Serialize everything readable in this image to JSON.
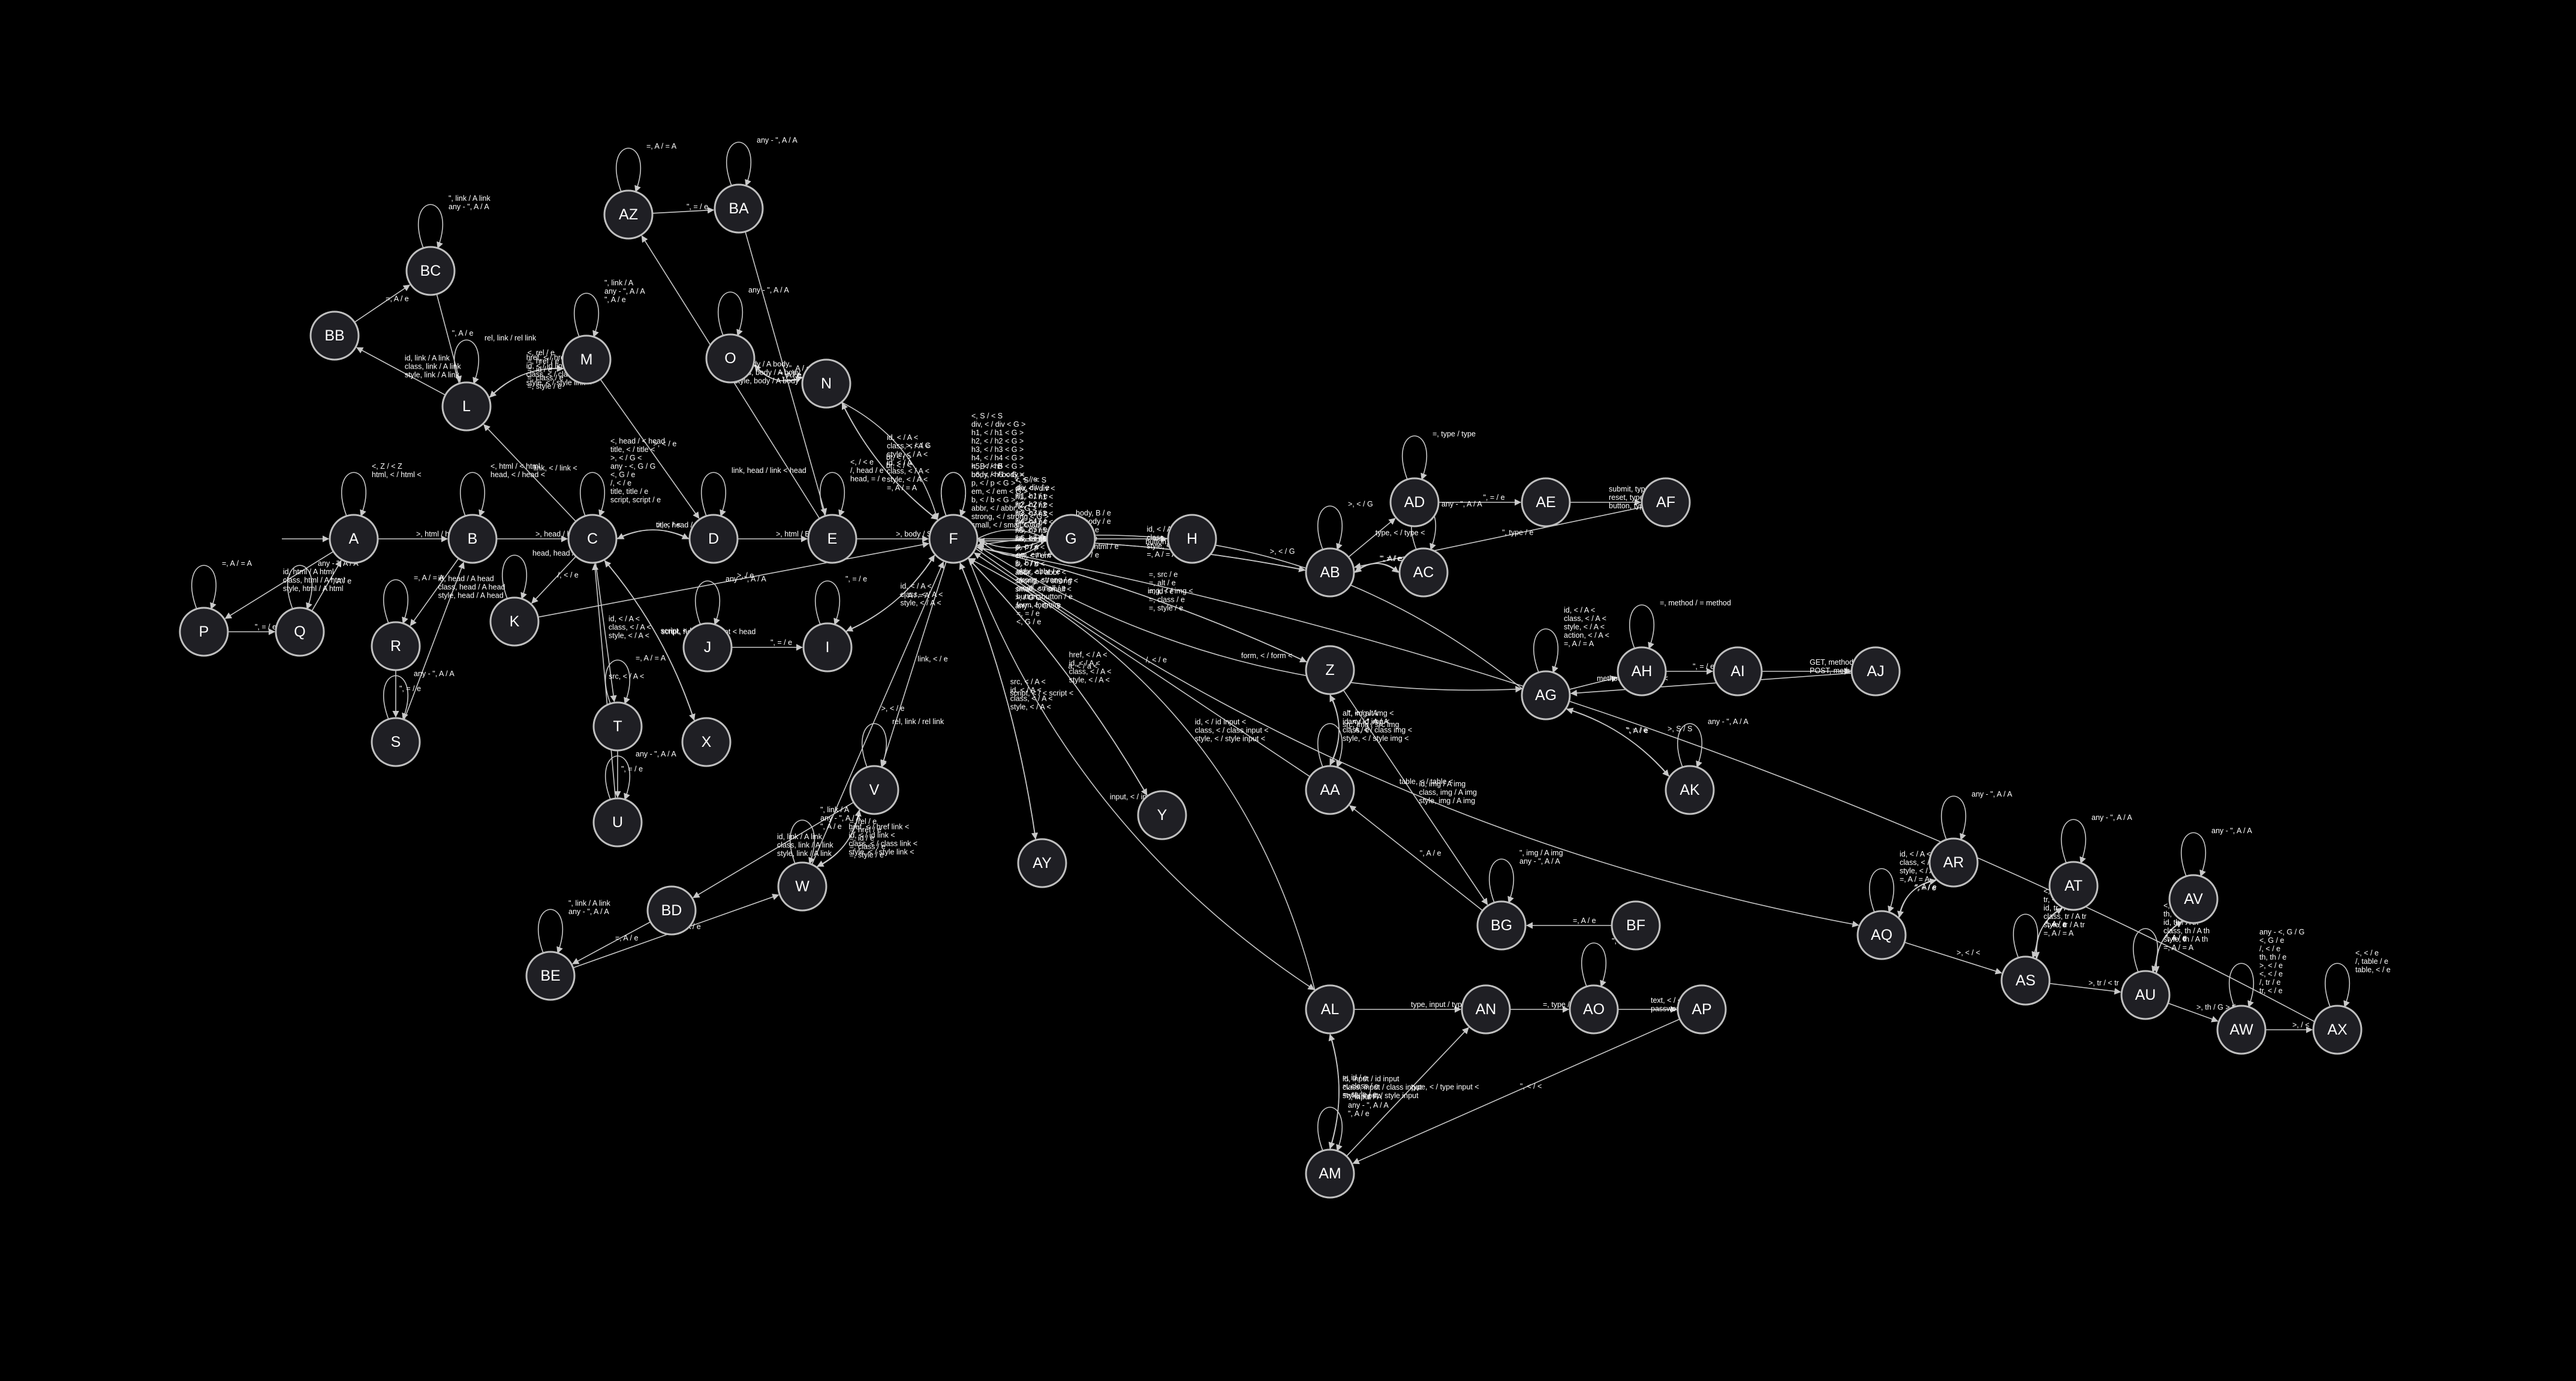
{
  "colors": {
    "background": "#000000",
    "node_fill": "#1f1f24",
    "node_stroke": "#bfbfbf",
    "edge": "#c8c8c8",
    "text": "#ffffff"
  },
  "start_state": "A",
  "states": [
    "A",
    "B",
    "C",
    "D",
    "E",
    "F",
    "G",
    "H",
    "I",
    "J",
    "K",
    "L",
    "M",
    "N",
    "O",
    "P",
    "Q",
    "R",
    "S",
    "T",
    "U",
    "V",
    "W",
    "X",
    "Y",
    "Z",
    "AA",
    "AB",
    "AC",
    "AD",
    "AE",
    "AF",
    "AG",
    "AH",
    "AI",
    "AJ",
    "AK",
    "AL",
    "AM",
    "AN",
    "AO",
    "AP",
    "AQ",
    "AR",
    "AS",
    "AT",
    "AU",
    "AV",
    "AW",
    "AX",
    "AY",
    "AZ",
    "BA",
    "BB",
    "BC",
    "BD",
    "BE",
    "BF",
    "BG"
  ],
  "transitions": [
    {
      "from": "A",
      "to": "A",
      "label": [
        "<, Z / < Z",
        "html, < / html <"
      ]
    },
    {
      "from": "A",
      "to": "B",
      "label": [
        ">, html / html"
      ]
    },
    {
      "from": "A",
      "to": "P",
      "label": [
        "id, html / A html",
        "class, html / A html",
        "style, html / A html"
      ]
    },
    {
      "from": "P",
      "to": "P",
      "label": [
        "=, A / = A"
      ]
    },
    {
      "from": "P",
      "to": "Q",
      "label": [
        "\", = / e"
      ]
    },
    {
      "from": "Q",
      "to": "Q",
      "label": [
        "any - \", A / A"
      ]
    },
    {
      "from": "Q",
      "to": "A",
      "label": [
        "\", A / e"
      ]
    },
    {
      "from": "B",
      "to": "B",
      "label": [
        "<, html / < html",
        "head, < / head <"
      ]
    },
    {
      "from": "B",
      "to": "C",
      "label": [
        ">, head / head"
      ]
    },
    {
      "from": "B",
      "to": "R",
      "label": [
        "id, head / A head",
        "class, head / A head",
        "style, head / A head"
      ]
    },
    {
      "from": "R",
      "to": "R",
      "label": [
        "=, A / = A"
      ]
    },
    {
      "from": "R",
      "to": "S",
      "label": [
        "\", = / e"
      ]
    },
    {
      "from": "S",
      "to": "S",
      "label": [
        "any - \", A / A"
      ]
    },
    {
      "from": "S",
      "to": "B",
      "label": []
    },
    {
      "from": "C",
      "to": "C",
      "label": [
        "<, head / < head",
        "title, < / title <",
        ">, < / G <",
        "any - <, G / G",
        "<, G / e",
        "/, < / e",
        "title, title / e",
        "script, script / e"
      ]
    },
    {
      "from": "C",
      "to": "D",
      "label": [
        "title, head / title head"
      ]
    },
    {
      "from": "D",
      "to": "C",
      "label": [
        ">, < / <"
      ]
    },
    {
      "from": "C",
      "to": "L",
      "label": [
        "link, < / link <"
      ]
    },
    {
      "from": "C",
      "to": "K",
      "label": [
        "/, < / e"
      ]
    },
    {
      "from": "K",
      "to": "K",
      "label": [
        "head, head / e"
      ]
    },
    {
      "from": "K",
      "to": "F",
      "label": [
        ">, / e"
      ]
    },
    {
      "from": "C",
      "to": "T",
      "label": [
        "id, < / A <",
        "class, < / A <",
        "style, < / A <"
      ]
    },
    {
      "from": "T",
      "to": "T",
      "label": [
        "=, A / = A"
      ]
    },
    {
      "from": "T",
      "to": "U",
      "label": [
        "\", = / e"
      ]
    },
    {
      "from": "U",
      "to": "U",
      "label": [
        "any - \", A / A"
      ]
    },
    {
      "from": "U",
      "to": "C",
      "label": [
        "src, < / A <"
      ]
    },
    {
      "from": "C",
      "to": "X",
      "label": [
        "script, < / script <"
      ]
    },
    {
      "from": "X",
      "to": "C",
      "label": [
        "script, head / < script < head"
      ]
    },
    {
      "from": "J",
      "to": "J",
      "label": [
        "any - \", A / A"
      ]
    },
    {
      "from": "J",
      "to": "I",
      "label": [
        "\", = / e"
      ]
    },
    {
      "from": "D",
      "to": "E",
      "label": [
        ">, html / B html"
      ]
    },
    {
      "from": "D",
      "to": "D",
      "label": [
        "link, head / link < head"
      ]
    },
    {
      "from": "E",
      "to": "E",
      "label": [
        "<, / < e",
        "/, head / e",
        "head, = / e"
      ]
    },
    {
      "from": "E",
      "to": "F",
      "label": [
        ">, body / S body"
      ]
    },
    {
      "from": "E",
      "to": "AZ",
      "label": [
        "id, body / A body",
        "class, body / A body",
        "style, body / A body"
      ]
    },
    {
      "from": "AZ",
      "to": "AZ",
      "label": [
        "=, A / = A"
      ]
    },
    {
      "from": "AZ",
      "to": "BA",
      "label": [
        "\", = / e"
      ]
    },
    {
      "from": "BA",
      "to": "BA",
      "label": [
        "any - \", A / A"
      ]
    },
    {
      "from": "BA",
      "to": "E",
      "label": [
        "\", A / e"
      ]
    },
    {
      "from": "L",
      "to": "L",
      "label": [
        "rel, link / rel link"
      ]
    },
    {
      "from": "L",
      "to": "BB",
      "label": [
        "id, link / A link",
        "class, link / A link",
        "style, link / A link"
      ]
    },
    {
      "from": "BB",
      "to": "BC",
      "label": [
        "=, A / e"
      ]
    },
    {
      "from": "BC",
      "to": "BC",
      "label": [
        "\", link / A link",
        "any - \", A / A"
      ]
    },
    {
      "from": "BC",
      "to": "L",
      "label": [
        "\", A / e"
      ]
    },
    {
      "from": "L",
      "to": "M",
      "label": [
        "href, < / href link <",
        "id, < / id link <",
        "class, < / class link <",
        "style, < / style link <"
      ]
    },
    {
      "from": "M",
      "to": "L",
      "label": [
        "<, rel / e",
        "=, href / e",
        "=, id / e",
        "=, class / e",
        "=, style / e"
      ]
    },
    {
      "from": "M",
      "to": "M",
      "label": [
        "\", link / A",
        "any - \", A / A",
        "\", A / e"
      ]
    },
    {
      "from": "M",
      "to": "D",
      "label": [
        ">, < / e"
      ]
    },
    {
      "from": "F",
      "to": "F",
      "label": [
        "<, B / < B",
        "body, < / body <"
      ]
    },
    {
      "from": "F",
      "to": "G",
      "label": [
        "<, G / e"
      ]
    },
    {
      "from": "F",
      "to": "N",
      "label": [
        "id, < / A <",
        "class, < / A <",
        "style, < / A <",
        "id, < / A",
        "class, < / A <",
        "style, < / A <",
        "=, A / = A"
      ]
    },
    {
      "from": "N",
      "to": "O",
      "label": [
        "\", A / e"
      ]
    },
    {
      "from": "O",
      "to": "O",
      "label": [
        "any - \", A / A"
      ]
    },
    {
      "from": "O",
      "to": "N",
      "label": [
        "\", = / e"
      ]
    },
    {
      "from": "N",
      "to": "F",
      "label": [
        "br, < / >",
        "br, < / <"
      ]
    },
    {
      "from": "F",
      "to": "G",
      "label": [
        "<, S / < S",
        "div, < / div <",
        "h1, < / h1 <",
        "h2, < / h2 <",
        "h3, < / h3 <",
        "h4, < / h4 <",
        "h5, < / h5 <",
        "h6, < / h6 <",
        "p, < / p <",
        "em, < / em <",
        "b, < / b <",
        "abbr, < / abbr <",
        "strong, < / strong <",
        "small, < / small <",
        ">, / G G",
        "any - <, G / G"
      ]
    },
    {
      "from": "G",
      "to": "F",
      "label": [
        "/, < / e",
        "div, div / e",
        "h1, h1 / e",
        "h2, h2 / e",
        "h3, h3 / e",
        "h4, h4 / e",
        "h5, h5 / e",
        "h6, h6 / e",
        "p, p / e",
        "em, em / e",
        "b, b / e",
        "abbr, abbr / e",
        "strong, strong / e",
        "small, small / e",
        "button, button / e",
        "form, form / e",
        "=, = / e",
        "<, G / e"
      ]
    },
    {
      "from": "F",
      "to": "H",
      "label": [
        "body, B / e",
        ">, body / e",
        "<, < / e",
        "/, B / e",
        "html, html / e",
        ">, < / e"
      ]
    },
    {
      "from": "F",
      "to": "I",
      "label": [
        "id, < / A <",
        "class, < / A <",
        "style, < / A <"
      ]
    },
    {
      "from": "I",
      "to": "I",
      "label": [
        "\", = / e"
      ]
    },
    {
      "from": "I",
      "to": "F",
      "label": [
        "=, A / = A"
      ]
    },
    {
      "from": "F",
      "to": "F",
      "label": [
        "<, S / < S",
        "div, < / div < G >",
        "h1, < / h1 < G >",
        "h2, < / h2 < G >",
        "h3, < / h3 < G >",
        "h4, < / h4 < G >",
        "h5, < / h5 < G >",
        "h6, < / h6 < G >",
        "p, < / p < G >",
        "em, < / em < G >",
        "b, < / b < G >",
        "abbr, < / abbr < G >",
        "strong, < / strong < G >",
        "small, < / small < G >"
      ]
    },
    {
      "from": "F",
      "to": "V",
      "label": [
        "link, < / e"
      ]
    },
    {
      "from": "V",
      "to": "V",
      "label": [
        "rel, link / rel link"
      ]
    },
    {
      "from": "V",
      "to": "W",
      "label": [
        "=, rel / e",
        "=, href / e",
        "=, id / e",
        "=, class / e",
        "=, style / e"
      ]
    },
    {
      "from": "W",
      "to": "W",
      "label": [
        "\", link / A",
        "any - \", A / A",
        "\", A / e"
      ]
    },
    {
      "from": "W",
      "to": "V",
      "label": [
        "href, < / href link <",
        "id, < / id link <",
        "class, < / class link <",
        "style, < / style link <"
      ]
    },
    {
      "from": "W",
      "to": "F",
      "label": [
        ">, < / e"
      ]
    },
    {
      "from": "V",
      "to": "BD",
      "label": [
        "id, link / A link",
        "class, link / A link",
        "style, link / A link"
      ]
    },
    {
      "from": "BD",
      "to": "BE",
      "label": [
        "=, A / e"
      ]
    },
    {
      "from": "BE",
      "to": "BE",
      "label": [
        "\", link / A link",
        "any - \", A / A"
      ]
    },
    {
      "from": "BE",
      "to": "W",
      "label": [
        "\", A / e"
      ]
    },
    {
      "from": "F",
      "to": "AY",
      "label": [
        "script, < / < script <"
      ]
    },
    {
      "from": "AY",
      "to": "F",
      "label": [
        "src, < / A <",
        "id, < / A <",
        "class, < / A <",
        "style, < / A <"
      ]
    },
    {
      "from": "F",
      "to": "Y",
      "label": [
        "a, < / a <"
      ]
    },
    {
      "from": "Y",
      "to": "F",
      "label": [
        "href, < / A <",
        "id, < / A <",
        "class, < / A <",
        "style, < / A <"
      ]
    },
    {
      "from": "F",
      "to": "AB",
      "label": [
        "button, < / button <"
      ]
    },
    {
      "from": "AB",
      "to": "AB",
      "label": [
        ">, < / G"
      ]
    },
    {
      "from": "AB",
      "to": "AD",
      "label": [
        "type, < / type <"
      ]
    },
    {
      "from": "AB",
      "to": "AC",
      "label": [
        "\", = / e"
      ]
    },
    {
      "from": "AC",
      "to": "AC",
      "label": [
        "any - \", A / A"
      ]
    },
    {
      "from": "AC",
      "to": "AB",
      "label": [
        "\", A / e"
      ]
    },
    {
      "from": "AD",
      "to": "AD",
      "label": [
        "=, type / type"
      ]
    },
    {
      "from": "AD",
      "to": "AE",
      "label": [
        "\", = / e"
      ]
    },
    {
      "from": "AE",
      "to": "AF",
      "label": [
        "submit, type / type",
        "reset, type / type",
        "button, type / type"
      ]
    },
    {
      "from": "AF",
      "to": "AB",
      "label": [
        "\", type / e"
      ]
    },
    {
      "from": "AB",
      "to": "F",
      "label": [
        "id, < / A <",
        "class, < / A <",
        "style, < / A <",
        "=, A / = A"
      ]
    },
    {
      "from": "F",
      "to": "Z",
      "label": [
        "img, < / img <"
      ]
    },
    {
      "from": "Z",
      "to": "AA",
      "label": [
        "src, img / src img"
      ]
    },
    {
      "from": "Z",
      "to": "F",
      "label": [
        "=, src / e",
        "=, alt / e",
        "=, id / e",
        "=, class / e",
        "=, style / e"
      ]
    },
    {
      "from": "AA",
      "to": "AA",
      "label": [
        "\", img / A",
        "any - \", A / A",
        "\", A / e"
      ]
    },
    {
      "from": "AA",
      "to": "Z",
      "label": [
        "alt, < / alt img <",
        "id, < / id img <",
        "class, < / class img <",
        "style, < / style img <"
      ]
    },
    {
      "from": "AA",
      "to": "F",
      "label": [
        "/, < / e"
      ]
    },
    {
      "from": "Z",
      "to": "BG",
      "label": [
        "id, img / A img",
        "class, img / A img",
        "style, img / A img"
      ]
    },
    {
      "from": "BF",
      "to": "BG",
      "label": [
        "=, A / e"
      ]
    },
    {
      "from": "BG",
      "to": "BG",
      "label": [
        "\", img / A img",
        "any - \", A / A"
      ]
    },
    {
      "from": "BG",
      "to": "AA",
      "label": [
        "\", A / e"
      ]
    },
    {
      "from": "F",
      "to": "AG",
      "label": [
        "form, < / form <"
      ]
    },
    {
      "from": "AG",
      "to": "AG",
      "label": [
        "id, < / A <",
        "class, < / A <",
        "style, < / A <",
        "action, < / A <",
        "=, A / = A"
      ]
    },
    {
      "from": "AG",
      "to": "AH",
      "label": [
        "method, < / method <"
      ]
    },
    {
      "from": "AH",
      "to": "AH",
      "label": [
        "=, method / = method"
      ]
    },
    {
      "from": "AH",
      "to": "AI",
      "label": [
        "\", = / e"
      ]
    },
    {
      "from": "AI",
      "to": "AJ",
      "label": [
        "GET, method / method",
        "POST, method / method"
      ]
    },
    {
      "from": "AJ",
      "to": "AG",
      "label": [
        "\", method / e"
      ]
    },
    {
      "from": "AG",
      "to": "AK",
      "label": [
        "\", = / e"
      ]
    },
    {
      "from": "AK",
      "to": "AK",
      "label": [
        "any - \", A / A"
      ]
    },
    {
      "from": "AK",
      "to": "AG",
      "label": [
        "\", A / e"
      ]
    },
    {
      "from": "AG",
      "to": "F",
      "label": [
        ">, < / G"
      ]
    },
    {
      "from": "F",
      "to": "AL",
      "label": [
        "input, < / input <"
      ]
    },
    {
      "from": "AL",
      "to": "AN",
      "label": [
        "type, input / type input"
      ]
    },
    {
      "from": "AN",
      "to": "AO",
      "label": [
        "=, type / e"
      ]
    },
    {
      "from": "AO",
      "to": "AO",
      "label": [
        "\", input / e"
      ]
    },
    {
      "from": "AO",
      "to": "AP",
      "label": [
        "text, < / <",
        "password, < / <"
      ]
    },
    {
      "from": "AP",
      "to": "AM",
      "label": [
        "\", < / <"
      ]
    },
    {
      "from": "AL",
      "to": "AM",
      "label": [
        "=, id / e",
        "=, class / e",
        "=, style / e"
      ]
    },
    {
      "from": "AM",
      "to": "AM",
      "label": [
        "\", input / A",
        "any - \", A / A",
        "\", A / e"
      ]
    },
    {
      "from": "AM",
      "to": "AL",
      "label": [
        "id, input / id input",
        "class, input / class input",
        "style, input / style input"
      ]
    },
    {
      "from": "AM",
      "to": "AN",
      "label": [
        "type, < / type input <"
      ]
    },
    {
      "from": "AL",
      "to": "F",
      "label": [
        "id, < / id input <",
        "class, < / class input <",
        "style, < / style input <"
      ]
    },
    {
      "from": "F",
      "to": "AQ",
      "label": [
        "table, < / table <"
      ]
    },
    {
      "from": "AQ",
      "to": "AQ",
      "label": [
        "id, < / A <",
        "class, < / A <",
        "style, < / A <",
        "=, A / = A"
      ]
    },
    {
      "from": "AQ",
      "to": "AR",
      "label": [
        "\", = / e"
      ]
    },
    {
      "from": "AR",
      "to": "AR",
      "label": [
        "any - \", A / A"
      ]
    },
    {
      "from": "AR",
      "to": "AQ",
      "label": [
        "\", A / e"
      ]
    },
    {
      "from": "AQ",
      "to": "AS",
      "label": [
        ">, < / <"
      ]
    },
    {
      "from": "AS",
      "to": "AS",
      "label": [
        "<, < / <",
        "tr, < / tr <",
        "id, tr / A tr",
        "class, tr / A tr",
        "style, tr / A tr",
        "=, A / = A"
      ]
    },
    {
      "from": "AS",
      "to": "AT",
      "label": [
        "\", = / e"
      ]
    },
    {
      "from": "AT",
      "to": "AT",
      "label": [
        "any - \", A / A"
      ]
    },
    {
      "from": "AT",
      "to": "AS",
      "label": [
        "\", A / e"
      ]
    },
    {
      "from": "AS",
      "to": "AU",
      "label": [
        ">, tr / < tr"
      ]
    },
    {
      "from": "AU",
      "to": "AU",
      "label": [
        "<, < / <",
        "th, < / th <",
        "id, th / A th",
        "class, th / A th",
        "style, th / A th",
        "=, A / = A"
      ]
    },
    {
      "from": "AU",
      "to": "AV",
      "label": [
        "\", = / e"
      ]
    },
    {
      "from": "AV",
      "to": "AV",
      "label": [
        "any - \", A / A"
      ]
    },
    {
      "from": "AV",
      "to": "AU",
      "label": [
        "\", A / e"
      ]
    },
    {
      "from": "AU",
      "to": "AW",
      "label": [
        ">, th / G > th"
      ]
    },
    {
      "from": "AW",
      "to": "AW",
      "label": [
        "any - <, G / G",
        "<, G / e",
        "/, < / e",
        "th, th / e",
        ">, < / e",
        "<, < / e",
        "/, tr / e",
        "tr, < / e"
      ]
    },
    {
      "from": "AW",
      "to": "AX",
      "label": [
        ">, / <"
      ]
    },
    {
      "from": "AX",
      "to": "AX",
      "label": [
        "<, < / e",
        "/, table / e",
        "table, < / e"
      ]
    },
    {
      "from": "AX",
      "to": "F",
      "label": [
        ">, S / S"
      ]
    },
    {
      "from": "N",
      "to": "F",
      "label": [
        ">, < / G"
      ]
    }
  ]
}
